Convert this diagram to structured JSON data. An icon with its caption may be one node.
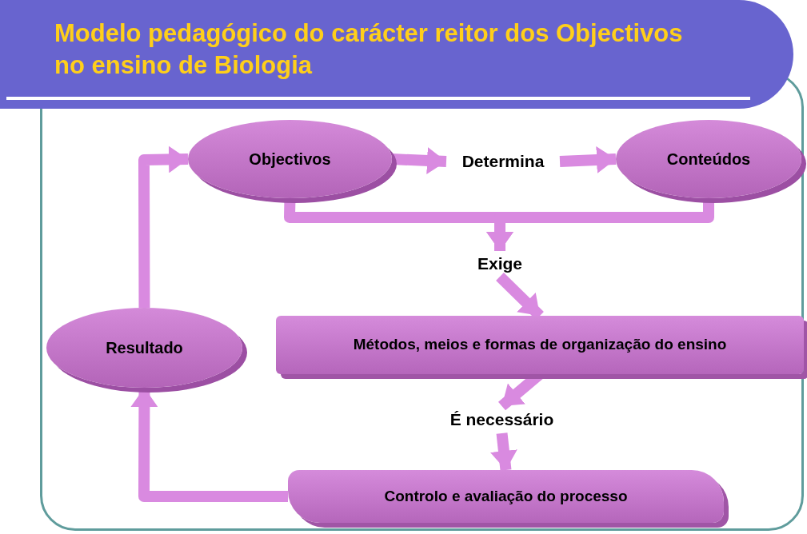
{
  "diagram": {
    "title": "Modelo pedagógico do carácter reitor dos Objectivos no ensino de Biologia",
    "nodes": [
      {
        "text": [
          "Objectivos"
        ]
      },
      {
        "text": [
          "Determina"
        ]
      },
      {
        "text": [
          "Conteúdos"
        ]
      },
      {
        "text": [
          "Exige"
        ]
      },
      {
        "text": [
          "Métodos, meios e formas de organização do ensino"
        ]
      },
      {
        "text": [
          "É necessário"
        ]
      },
      {
        "text": [
          "Controlo e avaliação do processo"
        ]
      },
      {
        "text": [
          "Resultado"
        ]
      }
    ],
    "edges": [
      {
        "from": 0,
        "to": 1,
        "arrow": "to"
      },
      {
        "from": 1,
        "to": 2,
        "arrow": "to"
      },
      {
        "from": 0,
        "to": 3,
        "arrow": "to"
      },
      {
        "from": 2,
        "to": 3,
        "arrow": "to"
      },
      {
        "from": 3,
        "to": 4,
        "arrow": "to"
      },
      {
        "from": 4,
        "to": 5,
        "arrow": "to"
      },
      {
        "from": 5,
        "to": 6,
        "arrow": "to"
      },
      {
        "from": 6,
        "to": 7,
        "arrow": "to"
      },
      {
        "from": 7,
        "to": 0,
        "arrow": "to"
      }
    ]
  }
}
